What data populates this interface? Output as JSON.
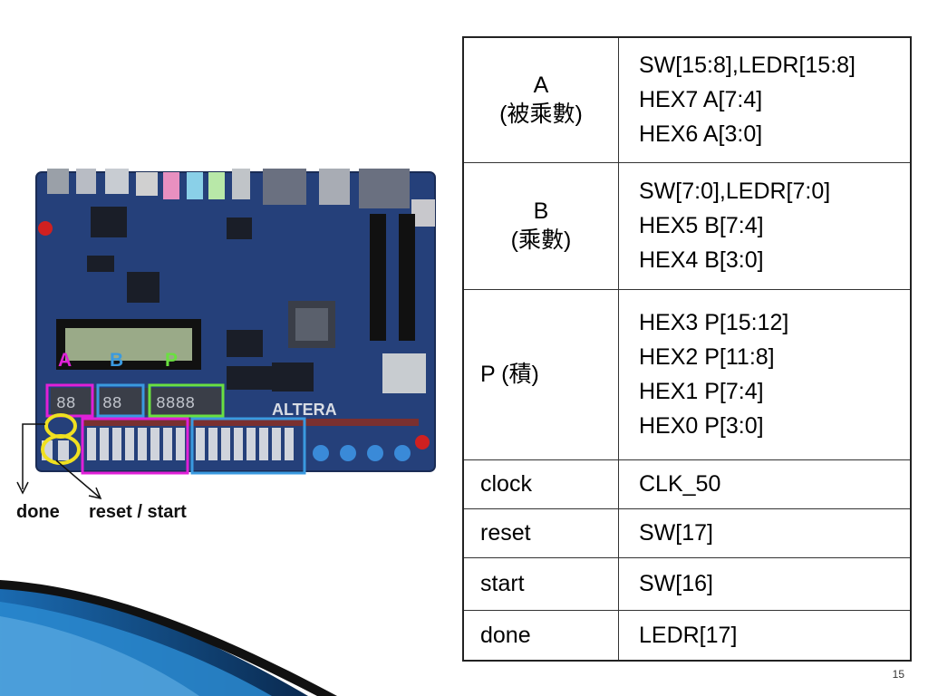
{
  "board": {
    "label_a": "A",
    "label_b": "B",
    "label_p": "P",
    "caption_done": "done",
    "caption_reset_start": "reset / start",
    "brand_text": "ALTERA"
  },
  "table": {
    "rows": [
      {
        "signal": [
          "A",
          "(被乘數)"
        ],
        "pins": [
          "SW[15:8],LEDR[15:8]",
          "HEX7  A[7:4]",
          "HEX6  A[3:0]"
        ]
      },
      {
        "signal": [
          "B",
          "(乘數)"
        ],
        "pins": [
          "SW[7:0],LEDR[7:0]",
          "HEX5  B[7:4]",
          "HEX4  B[3:0]"
        ]
      },
      {
        "signal": [
          "P (積)"
        ],
        "pins": [
          "HEX3  P[15:12]",
          "HEX2  P[11:8]",
          "HEX1  P[7:4]",
          "HEX0  P[3:0]"
        ]
      },
      {
        "signal": [
          "clock"
        ],
        "pins": [
          "CLK_50"
        ]
      },
      {
        "signal": [
          "reset"
        ],
        "pins": [
          "SW[17]"
        ]
      },
      {
        "signal": [
          "start"
        ],
        "pins": [
          "SW[16]"
        ]
      },
      {
        "signal": [
          "done"
        ],
        "pins": [
          "LEDR[17]"
        ]
      }
    ]
  },
  "page_number": "15",
  "colors": {
    "a_highlight": "#e020d8",
    "b_highlight": "#3a9ae0",
    "p_highlight": "#6ae040",
    "reset_start_highlight": "#f0e020",
    "board_blue": "#2a4a8a"
  }
}
